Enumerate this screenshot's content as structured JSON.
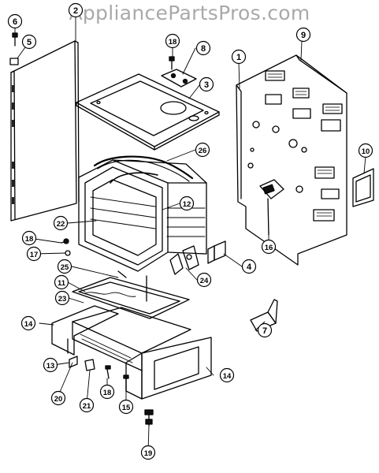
{
  "watermark": "AppliancePartsPros.com",
  "callouts": [
    {
      "id": "c1",
      "label": "1"
    },
    {
      "id": "c2",
      "label": "2"
    },
    {
      "id": "c3",
      "label": "3"
    },
    {
      "id": "c4",
      "label": "4"
    },
    {
      "id": "c5",
      "label": "5"
    },
    {
      "id": "c6",
      "label": "6"
    },
    {
      "id": "c7",
      "label": "7"
    },
    {
      "id": "c8",
      "label": "8"
    },
    {
      "id": "c9",
      "label": "9"
    },
    {
      "id": "c10",
      "label": "10"
    },
    {
      "id": "c11",
      "label": "11"
    },
    {
      "id": "c12",
      "label": "12"
    },
    {
      "id": "c13",
      "label": "13"
    },
    {
      "id": "c14a",
      "label": "14"
    },
    {
      "id": "c14b",
      "label": "14"
    },
    {
      "id": "c15",
      "label": "15"
    },
    {
      "id": "c16",
      "label": "16"
    },
    {
      "id": "c17",
      "label": "17"
    },
    {
      "id": "c18a",
      "label": "18"
    },
    {
      "id": "c18b",
      "label": "18"
    },
    {
      "id": "c18c",
      "label": "18"
    },
    {
      "id": "c19",
      "label": "19"
    },
    {
      "id": "c20",
      "label": "20"
    },
    {
      "id": "c21",
      "label": "21"
    },
    {
      "id": "c22",
      "label": "22"
    },
    {
      "id": "c23",
      "label": "23"
    },
    {
      "id": "c24",
      "label": "24"
    },
    {
      "id": "c25",
      "label": "25"
    },
    {
      "id": "c26",
      "label": "26"
    }
  ]
}
